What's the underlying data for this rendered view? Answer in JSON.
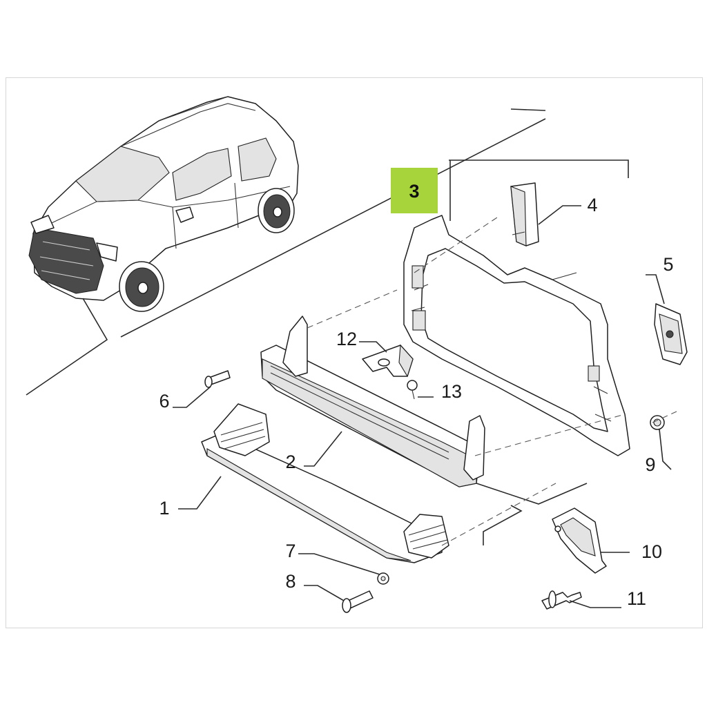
{
  "diagram": {
    "highlight_color": "#a6d43a",
    "highlighted_part": "3",
    "callouts": [
      {
        "id": "1",
        "label": "1"
      },
      {
        "id": "2",
        "label": "2"
      },
      {
        "id": "3",
        "label": "3"
      },
      {
        "id": "4",
        "label": "4"
      },
      {
        "id": "5",
        "label": "5"
      },
      {
        "id": "6",
        "label": "6"
      },
      {
        "id": "7",
        "label": "7"
      },
      {
        "id": "8",
        "label": "8"
      },
      {
        "id": "9",
        "label": "9"
      },
      {
        "id": "10",
        "label": "10"
      },
      {
        "id": "11",
        "label": "11"
      },
      {
        "id": "12",
        "label": "12"
      },
      {
        "id": "13",
        "label": "13"
      }
    ]
  }
}
